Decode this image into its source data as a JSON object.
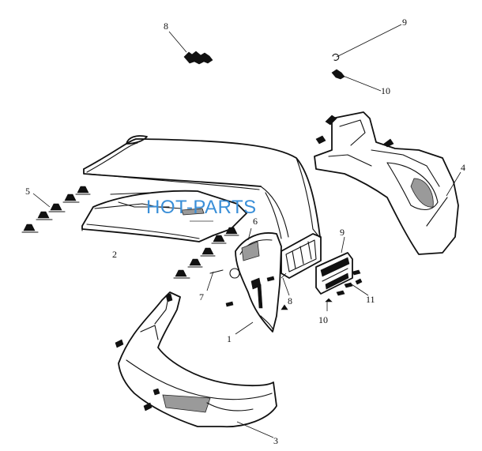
{
  "watermark": "HOT-PARTS",
  "callouts": {
    "c1": "1",
    "c2": "2",
    "c3": "3",
    "c4": "4",
    "c5": "5",
    "c6": "6",
    "c7": "7",
    "c8a": "8",
    "c8b": "8",
    "c9a": "9",
    "c9b": "9",
    "c10a": "10",
    "c10b": "10",
    "c11": "11"
  },
  "colors": {
    "line": "#111111",
    "watermark": "#3a8fd8",
    "background": "#ffffff"
  }
}
